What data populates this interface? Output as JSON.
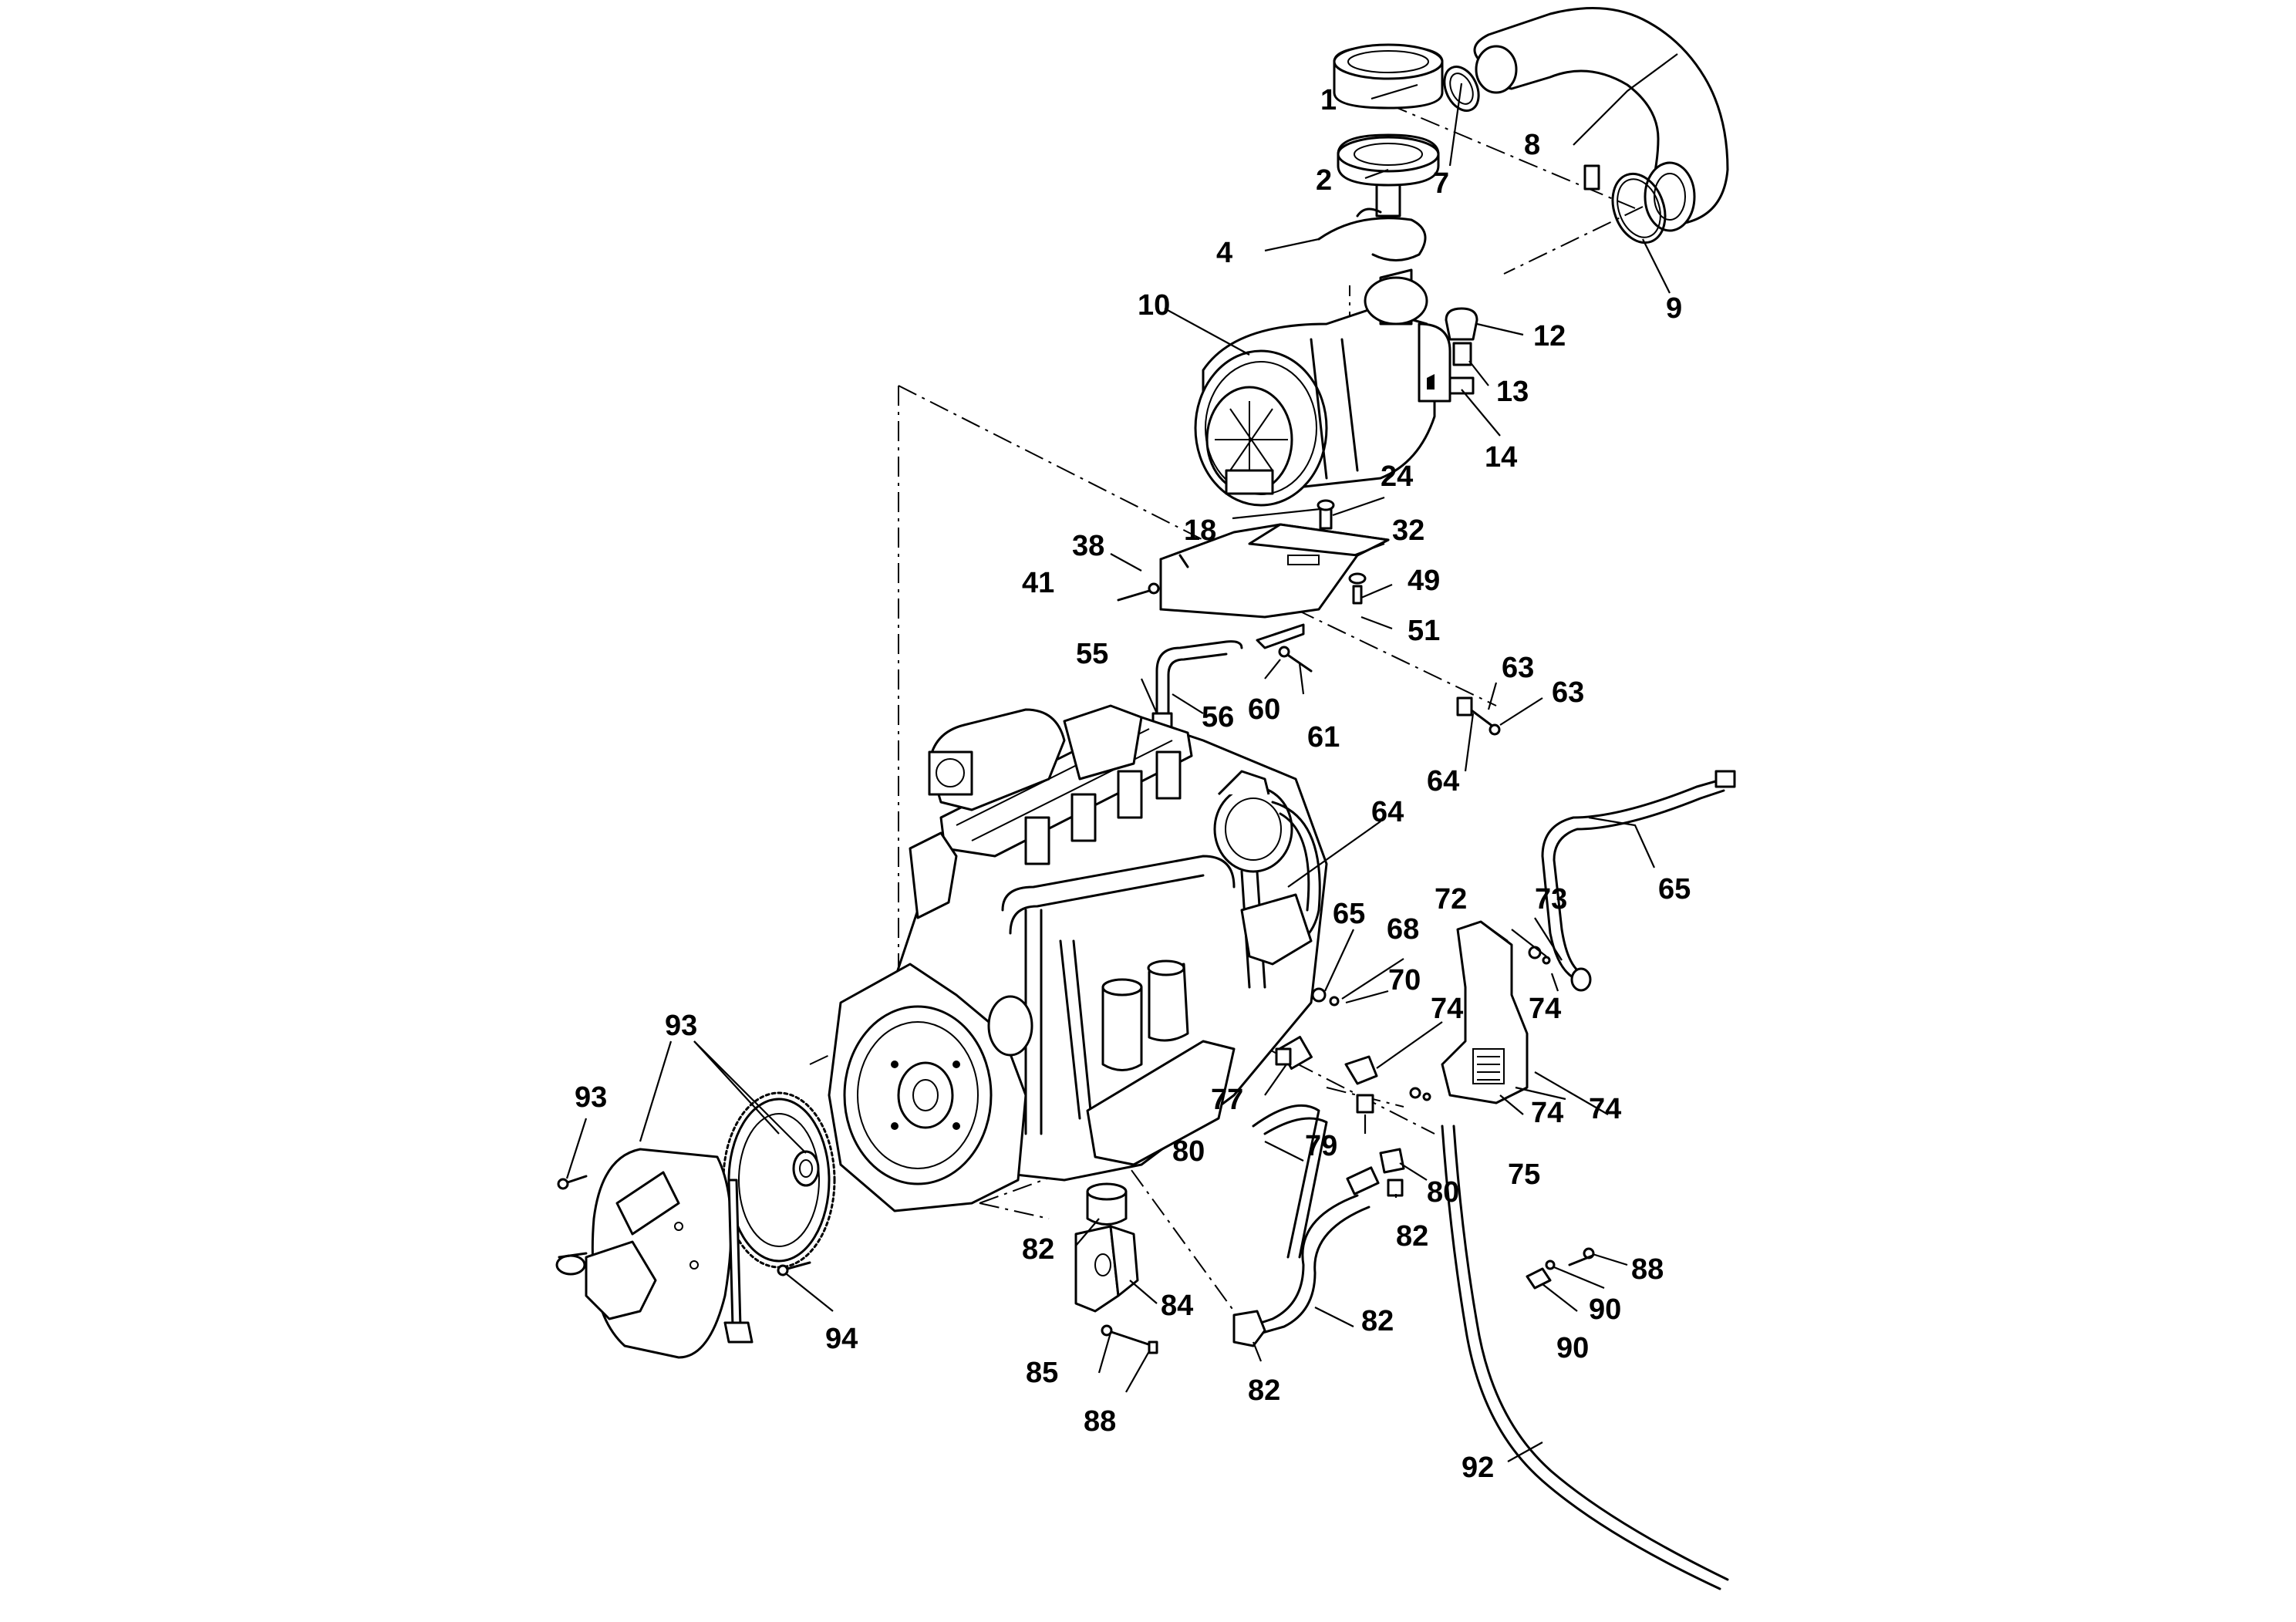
{
  "callouts": [
    "1",
    "2",
    "4",
    "7",
    "8",
    "9",
    "10",
    "12",
    "13",
    "14",
    "18",
    "24",
    "32",
    "38",
    "41",
    "49",
    "51",
    "55",
    "56",
    "60",
    "61",
    "63",
    "63",
    "64",
    "64",
    "65",
    "65",
    "68",
    "70",
    "72",
    "73",
    "74",
    "74",
    "74",
    "74",
    "75",
    "77",
    "79",
    "80",
    "80",
    "82",
    "82",
    "82",
    "82",
    "84",
    "85",
    "88",
    "88",
    "90",
    "90",
    "92",
    "93",
    "93",
    "94"
  ]
}
